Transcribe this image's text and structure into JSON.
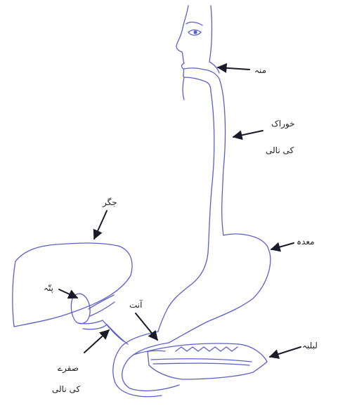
{
  "labels": {
    "mouth": "منہ",
    "esophagus_line1": "خوراک",
    "esophagus_line2": "کی نالی",
    "liver": "جگر",
    "stomach": "معدہ",
    "gallbladder": "پتّہ",
    "intestine": "آنت",
    "pancreas": "لبلبہ",
    "bile_duct_line1": "صفرے",
    "bile_duct_line2": "کی نالی"
  },
  "colors": {
    "outline": "#5b60c8",
    "arrow": "#1a1a2a",
    "text": "#222222",
    "background": "#ffffff"
  }
}
